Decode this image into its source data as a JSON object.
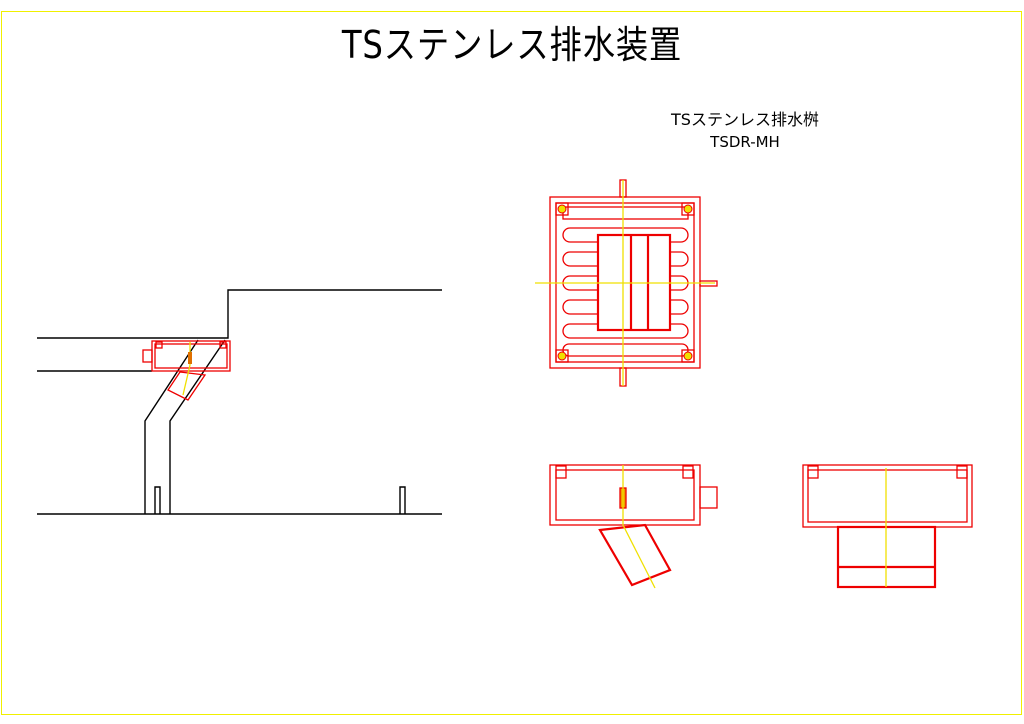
{
  "title": "TSステンレス排水装置",
  "product": {
    "name": "TSステンレス排水桝",
    "code": "TSDR-MH"
  },
  "colors": {
    "outline": "#000000",
    "part": "#e00000",
    "centerline": "#f0e000",
    "border": "#f0f000"
  }
}
